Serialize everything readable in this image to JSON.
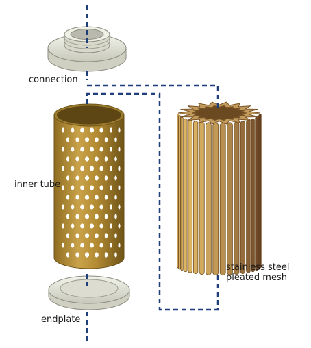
{
  "labels": {
    "connection": "connection",
    "inner_tube": "inner tube",
    "mesh_line1": "stainless steel",
    "mesh_line2": "pleated mesh",
    "endplate": "endplate"
  },
  "colors": {
    "dash": "#1f3f7a",
    "gold": "#c9a24a",
    "gold_dark": "#8a6a22",
    "mesh": "#b88a4a",
    "mesh_dark": "#7a5628",
    "part": "#e3e4d6",
    "part_edge": "#8c8c80"
  }
}
